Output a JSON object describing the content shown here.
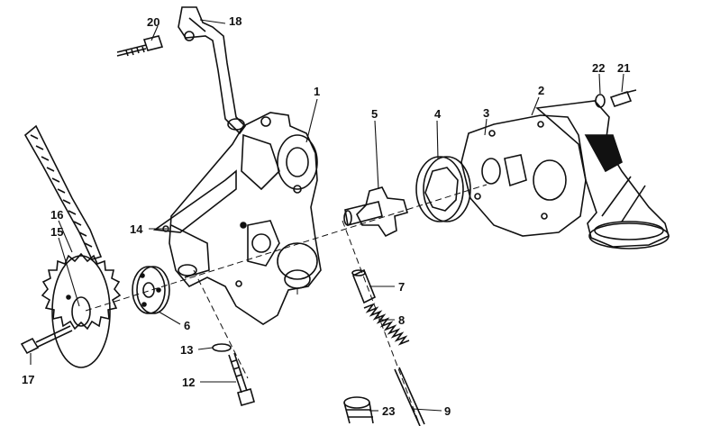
{
  "labels": {
    "p1": "1",
    "p2": "2",
    "p3": "3",
    "p4": "4",
    "p5": "5",
    "p6": "6",
    "p7": "7",
    "p8": "8",
    "p9": "9",
    "p12": "12",
    "p13": "13",
    "p14": "14",
    "p15": "15",
    "p16": "16",
    "p17": "17",
    "p18": "18",
    "p20": "20",
    "p21": "21",
    "p22": "22",
    "p23": "23"
  }
}
